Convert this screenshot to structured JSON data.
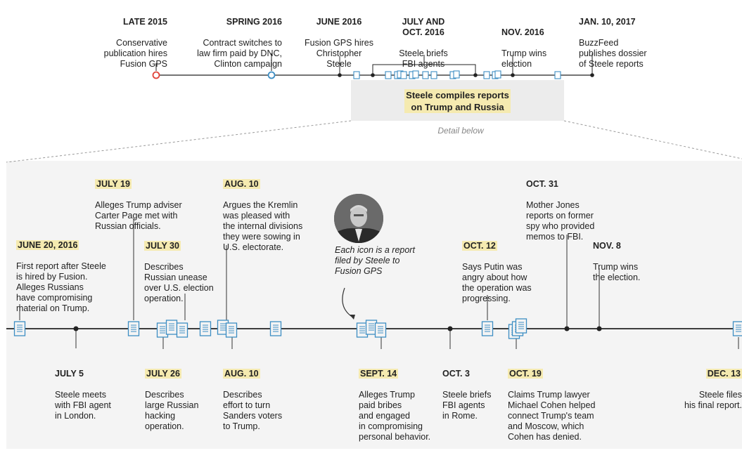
{
  "overview": {
    "events": [
      {
        "date": "LATE 2015",
        "text": "Conservative\npublication hires\nFusion GPS"
      },
      {
        "date": "SPRING 2016",
        "text": "Contract switches to\nlaw firm paid by DNC,\nClinton campaign"
      },
      {
        "date": "JUNE 2016",
        "text": "Fusion GPS hires\nChristopher\nSteele"
      },
      {
        "date": "JULY AND\nOCT. 2016",
        "text": "Steele briefs\nFBI agents"
      },
      {
        "date": "NOV. 2016",
        "text": "Trump wins\nelection"
      },
      {
        "date": "JAN. 10, 2017",
        "text": "BuzzFeed\npublishes dossier\nof Steele reports"
      }
    ],
    "compile_label": "Steele compiles reports\non Trump and Russia",
    "detail_below": "Detail below"
  },
  "detail": {
    "note": "Each icon is a report\nfiled by Steele to\nFusion GPS",
    "photo_alt": "Christopher Steele",
    "events_above": [
      {
        "date": "JUNE 20, 2016",
        "text": "First report after Steele\nis hired by Fusion.\nAlleges Russians\nhave compromising\nmaterial on Trump."
      },
      {
        "date": "JULY 19",
        "text": "Alleges Trump adviser\nCarter Page met with\nRussian officials."
      },
      {
        "date": "JULY 30",
        "text": "Describes\nRussian unease\nover U.S. election\noperation."
      },
      {
        "date": "AUG. 10",
        "text": "Argues the Kremlin\nwas pleased with\nthe internal divisions\nthey were sowing in\nU.S. electorate."
      },
      {
        "date": "OCT. 12",
        "text": "Says Putin was\nangry about how\nthe operation was\nprogressing."
      },
      {
        "date": "OCT. 31",
        "text": "Mother Jones\nreports on former\nspy who provided\nmemos to FBI."
      },
      {
        "date": "NOV. 8",
        "text": "Trump wins\nthe election."
      }
    ],
    "events_below": [
      {
        "date": "JULY 5",
        "text": "Steele meets\nwith FBI agent\nin London."
      },
      {
        "date": "JULY 26",
        "text": "Describes\nlarge Russian\nhacking\noperation."
      },
      {
        "date": "AUG. 10",
        "text": "Describes\neffort to turn\nSanders voters\nto Trump."
      },
      {
        "date": "SEPT. 14",
        "text": "Alleges Trump\npaid bribes\nand engaged\nin compromising\npersonal behavior."
      },
      {
        "date": "OCT. 3",
        "text": "Steele briefs\nFBI agents\nin Rome."
      },
      {
        "date": "OCT. 19",
        "text": "Claims Trump lawyer\nMichael Cohen helped\nconnect Trump's team\nand Moscow, which\nCohen has denied."
      },
      {
        "date": "DEC. 13",
        "text": "Steele files\nhis final report."
      }
    ]
  },
  "colors": {
    "accent_blue": "#3d8ec4",
    "red": "#e0443a",
    "highlight": "#f5eab0",
    "line": "#222222"
  }
}
